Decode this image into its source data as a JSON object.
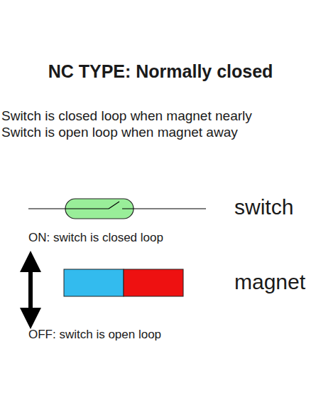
{
  "diagram": {
    "title": "NC TYPE: Normally closed",
    "labels": [
      "Switch is closed loop when magnet nearly",
      "Switch is open loop when magnet away",
      "switch",
      "ON: switch is closed loop",
      "magnet",
      "OFF: switch is open loop"
    ]
  }
}
